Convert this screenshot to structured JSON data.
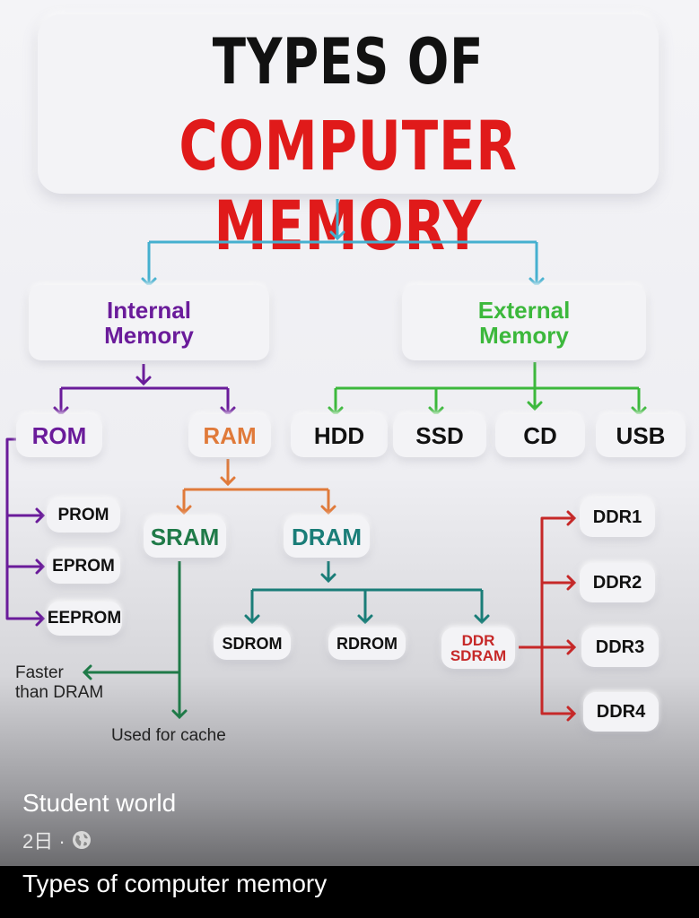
{
  "title": {
    "line1": "TYPES OF",
    "line2": "COMPUTER MEMORY"
  },
  "colors": {
    "cyan": "#45b0cf",
    "purple": "#6a1b9a",
    "green": "#3cb83c",
    "orange": "#e07a3a",
    "teal": "#1a7d78",
    "dark_green": "#1f7a48",
    "red": "#c62828",
    "title_red": "#e01a1a"
  },
  "nodes": {
    "internal": "Internal\nMemory",
    "external": "External\nMemory",
    "rom": "ROM",
    "ram": "RAM",
    "hdd": "HDD",
    "ssd": "SSD",
    "cd": "CD",
    "usb": "USB",
    "prom": "PROM",
    "eprom": "EPROM",
    "eeprom": "EEPROM",
    "sram": "SRAM",
    "dram": "DRAM",
    "sdrom": "SDROM",
    "rdrom": "RDROM",
    "ddr_sdram": "DDR\nSDRAM",
    "ddr1": "DDR1",
    "ddr2": "DDR2",
    "ddr3": "DDR3",
    "ddr4": "DDR4"
  },
  "annotations": {
    "faster": "Faster\nthan DRAM",
    "cache": "Used for cache"
  },
  "post": {
    "author": "Student world",
    "time": "2日 ·",
    "privacy_icon": "globe-icon",
    "caption": "Types of computer memory"
  }
}
